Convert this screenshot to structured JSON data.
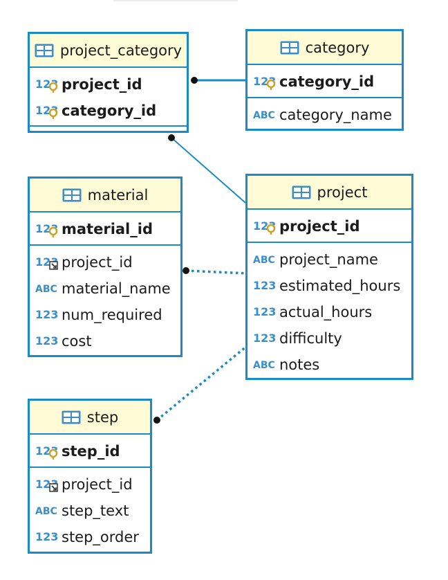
{
  "tables": [
    {
      "id": "project_category",
      "title": "project_category",
      "pk": [
        {
          "name": "project_id",
          "type": "key"
        },
        {
          "name": "category_id",
          "type": "key"
        }
      ],
      "cols": []
    },
    {
      "id": "category",
      "title": "category",
      "pk": [
        {
          "name": "category_id",
          "type": "key"
        }
      ],
      "cols": [
        {
          "name": "category_name",
          "type": "text"
        }
      ]
    },
    {
      "id": "material",
      "title": "material",
      "pk": [
        {
          "name": "material_id",
          "type": "key"
        }
      ],
      "cols": [
        {
          "name": "project_id",
          "type": "fk"
        },
        {
          "name": "material_name",
          "type": "text"
        },
        {
          "name": "num_required",
          "type": "number"
        },
        {
          "name": "cost",
          "type": "number"
        }
      ]
    },
    {
      "id": "project",
      "title": "project",
      "pk": [
        {
          "name": "project_id",
          "type": "key"
        }
      ],
      "cols": [
        {
          "name": "project_name",
          "type": "text"
        },
        {
          "name": "estimated_hours",
          "type": "number"
        },
        {
          "name": "actual_hours",
          "type": "number"
        },
        {
          "name": "difficulty",
          "type": "number"
        },
        {
          "name": "notes",
          "type": "text"
        }
      ]
    },
    {
      "id": "step",
      "title": "step",
      "pk": [
        {
          "name": "step_id",
          "type": "key"
        }
      ],
      "cols": [
        {
          "name": "project_id",
          "type": "fk"
        },
        {
          "name": "step_text",
          "type": "text"
        },
        {
          "name": "step_order",
          "type": "number"
        }
      ]
    }
  ],
  "relationships": [
    {
      "from": "project_category",
      "to": "category",
      "style": "solid"
    },
    {
      "from": "project_category",
      "to": "project",
      "style": "solid"
    },
    {
      "from": "material",
      "to": "project",
      "style": "dotted"
    },
    {
      "from": "step",
      "to": "project",
      "style": "dotted"
    }
  ],
  "icon_glyphs": {
    "number": "123",
    "text": "ABC"
  },
  "colors": {
    "border": "#1a8bc9",
    "header_bg": "#fffbd6",
    "icon": "#3b8ec8",
    "key": "#c9a227",
    "line": "#1a8bc9",
    "text": "#1b1b1b"
  }
}
